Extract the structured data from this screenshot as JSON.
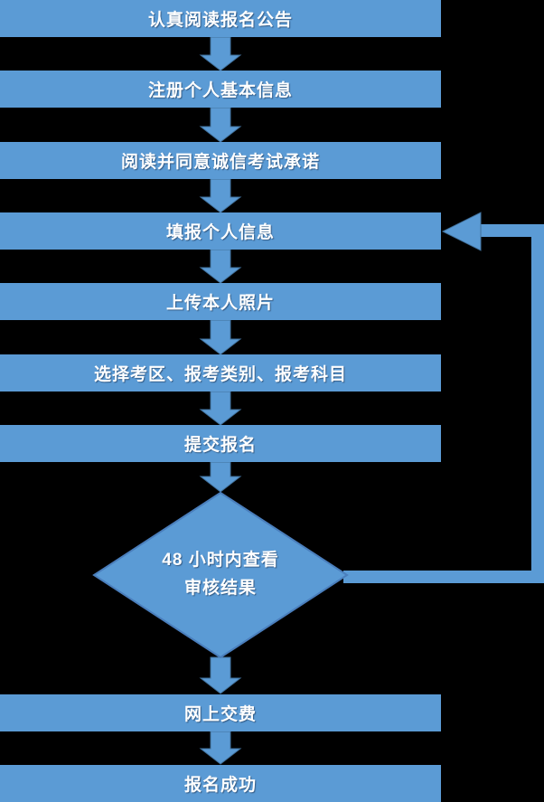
{
  "colors": {
    "background": "#000000",
    "shape_fill": "#5B9BD5",
    "shape_border": "#41719C",
    "diamond_border": "#4A7EBC",
    "text": "#FFFFFF"
  },
  "flowchart": {
    "type": "vertical-flowchart",
    "steps": [
      {
        "order": 1,
        "shape": "rectangle",
        "label": "认真阅读报名公告"
      },
      {
        "order": 2,
        "shape": "rectangle",
        "label": "注册个人基本信息"
      },
      {
        "order": 3,
        "shape": "rectangle",
        "label": "阅读并同意诚信考试承诺"
      },
      {
        "order": 4,
        "shape": "rectangle",
        "label": "填报个人信息"
      },
      {
        "order": 5,
        "shape": "rectangle",
        "label": "上传本人照片"
      },
      {
        "order": 6,
        "shape": "rectangle",
        "label": "选择考区、报考类别、报考科目"
      },
      {
        "order": 7,
        "shape": "rectangle",
        "label": "提交报名"
      },
      {
        "order": 8,
        "shape": "diamond",
        "label": "48 小时内查看审核结果",
        "line1": "48 小时内查看",
        "line2": "审核结果"
      },
      {
        "order": 9,
        "shape": "rectangle",
        "label": "网上交费"
      },
      {
        "order": 10,
        "shape": "rectangle",
        "label": "报名成功"
      }
    ],
    "loop_back": {
      "from": "48 小时内查看审核结果",
      "to": "填报个人信息"
    }
  }
}
